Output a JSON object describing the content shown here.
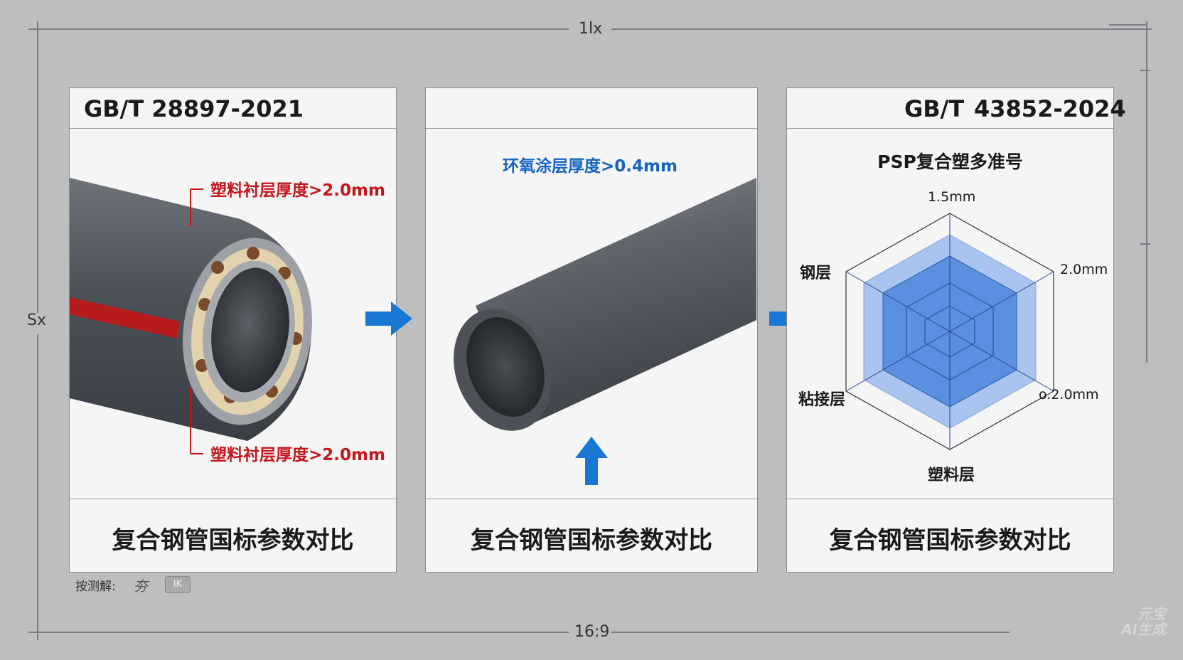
{
  "frame": {
    "width_label": "1lx",
    "height_label": "Sx",
    "ratio_label": "16:9"
  },
  "panels": [
    {
      "standard": "GB/T 28897-2021",
      "callout_top": "塑料衬层厚度>2.0mm",
      "callout_bottom": "塑料衬层厚度>2.0mm",
      "footer": "复合钢管国标参数对比"
    },
    {
      "standard": "",
      "callout_top": "环氧涂层厚度>0.4mm",
      "footer": "复合钢管国标参数对比"
    },
    {
      "standard_prefix": "GB/T",
      "standard_number": "43852-2024",
      "radar_title": "PSP复合塑多准号",
      "radar_labels": {
        "top": "1.5mm",
        "upper_right": "2.0mm",
        "lower_right": "o.2.0mm",
        "bottom": "塑料层",
        "lower_left": "粘接层",
        "upper_left": "钢层"
      },
      "footer": "复合钢管国标参数对比"
    }
  ],
  "note": {
    "label": "按测解:",
    "glyph": "夯",
    "stamp": "IK"
  },
  "watermark": "元宝\nAI生成",
  "colors": {
    "red_callout": "#c4161c",
    "blue_callout": "#1565c0",
    "arrow_blue": "#1976d2",
    "pipe_gray": "#555a61"
  }
}
